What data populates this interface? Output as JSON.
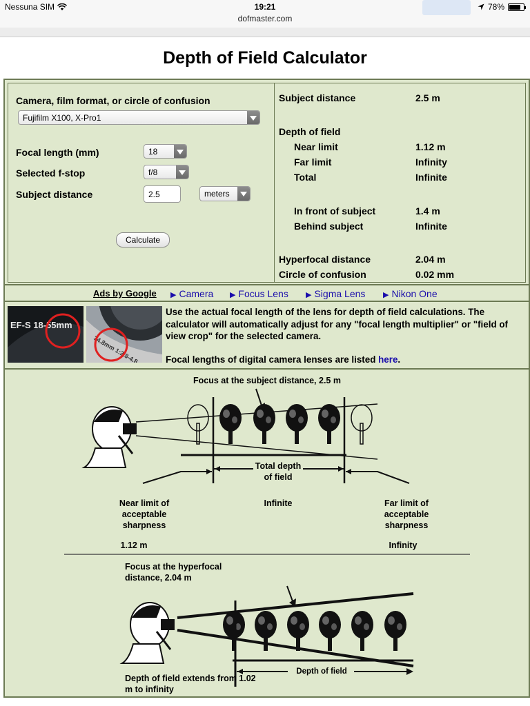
{
  "status_bar": {
    "carrier": "Nessuna SIM",
    "time": "19:21",
    "url": "dofmaster.com",
    "battery_text": "78%",
    "battery_level": 0.78
  },
  "page": {
    "title": "Depth of Field Calculator"
  },
  "inputs": {
    "camera_label": "Camera, film format, or circle of confusion",
    "camera_value": "Fujifilm X100, X-Pro1",
    "focal_label": "Focal length (mm)",
    "focal_value": "18",
    "fstop_label": "Selected f-stop",
    "fstop_value": "f/8",
    "distance_label": "Subject distance",
    "distance_value": "2.5",
    "unit_value": "meters",
    "calculate_label": "Calculate"
  },
  "results": {
    "subject_distance_label": "Subject distance",
    "subject_distance_value": "2.5 m",
    "dof_heading": "Depth of field",
    "near_label": "Near limit",
    "near_value": "1.12 m",
    "far_label": "Far limit",
    "far_value": "Infinity",
    "total_label": "Total",
    "total_value": "Infinite",
    "front_label": "In front of subject",
    "front_value": "1.4 m",
    "behind_label": "Behind subject",
    "behind_value": "Infinite",
    "hyperfocal_label": "Hyperfocal distance",
    "hyperfocal_value": "2.04 m",
    "coc_label": "Circle of confusion",
    "coc_value": "0.02 mm"
  },
  "ads": {
    "ads_by": "Ads by Google",
    "links": [
      "Camera",
      "Focus Lens",
      "Sigma Lens",
      "Nikon One"
    ]
  },
  "lens": {
    "img1_text": "EF-S 18-55mm",
    "img2_text": "34.8mm 1:2.8-4.8",
    "paragraph": "Use the actual focal length of the lens for depth of field calculations. The calculator will automatically adjust for any \"focal length multiplier\" or \"field of view crop\" for the selected camera.",
    "listed_text": "Focal lengths of digital camera lenses are listed",
    "here_link": "here",
    "period": "."
  },
  "diagram1": {
    "focus_title": "Focus at the subject distance, 2.5 m",
    "total_dof": "Total depth of field",
    "total_value": "Infinite",
    "near_label": "Near limit of acceptable sharpness",
    "near_value": "1.12 m",
    "far_label": "Far limit of acceptable sharpness",
    "far_value": "Infinity"
  },
  "diagram2": {
    "focus_title": "Focus at the hyperfocal distance, 2.04 m",
    "dof_label": "Depth of field",
    "extends": "Depth of field extends from 1.02 m to infinity"
  }
}
